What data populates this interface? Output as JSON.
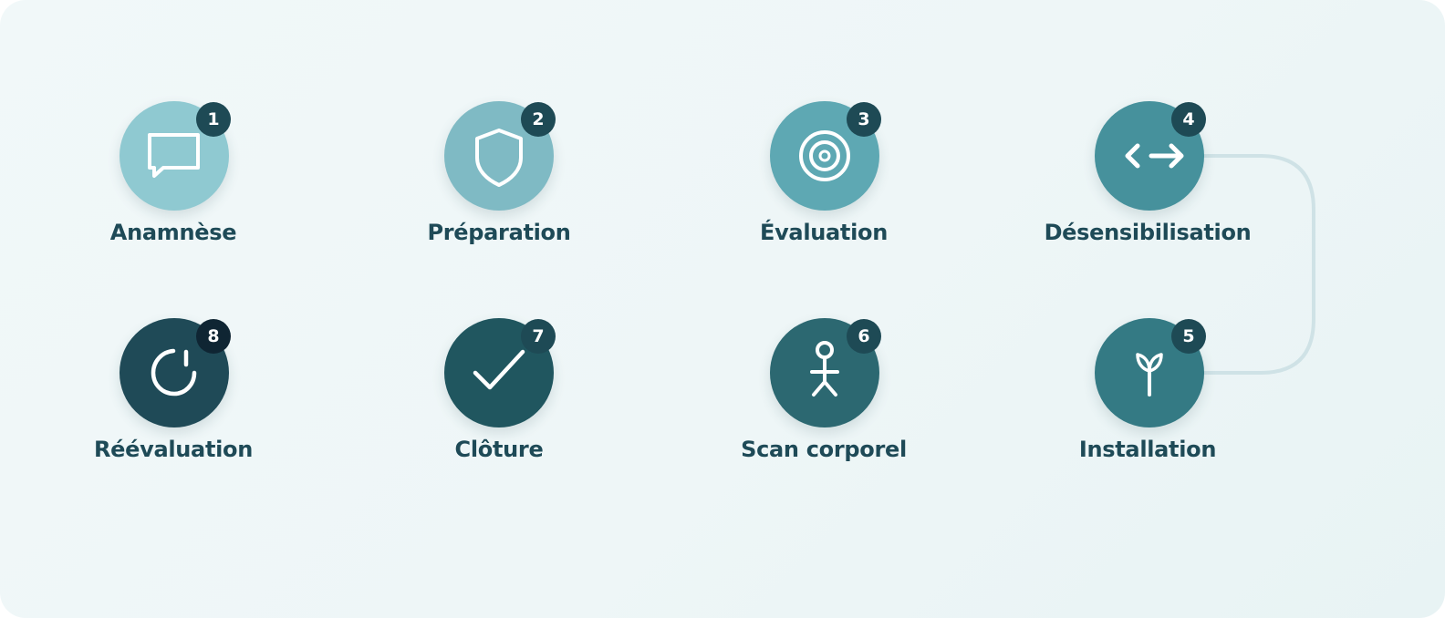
{
  "colors": {
    "label": "#1e4a57",
    "badge": "#1e4a55",
    "badge_last": "#0f2533",
    "connector": "#8fbfc8",
    "connector_dark": "#4f7f88",
    "loop": "#cfe2e6"
  },
  "steps": [
    {
      "number": "1",
      "label": "Anamnèse",
      "icon": "chat-bubble-icon",
      "color": "#8fc9d1"
    },
    {
      "number": "2",
      "label": "Préparation",
      "icon": "shield-icon",
      "color": "#7fbac4"
    },
    {
      "number": "3",
      "label": "Évaluation",
      "icon": "target-icon",
      "color": "#5ea8b3"
    },
    {
      "number": "4",
      "label": "Désensibilisation",
      "icon": "bidirectional-arrows-icon",
      "color": "#46919c"
    },
    {
      "number": "5",
      "label": "Installation",
      "icon": "sprout-icon",
      "color": "#347a84"
    },
    {
      "number": "6",
      "label": "Scan corporel",
      "icon": "person-icon",
      "color": "#2c6871"
    },
    {
      "number": "7",
      "label": "Clôture",
      "icon": "checkmark-icon",
      "color": "#20565f"
    },
    {
      "number": "8",
      "label": "Réévaluation",
      "icon": "refresh-icon",
      "color": "#1f4a57"
    }
  ]
}
